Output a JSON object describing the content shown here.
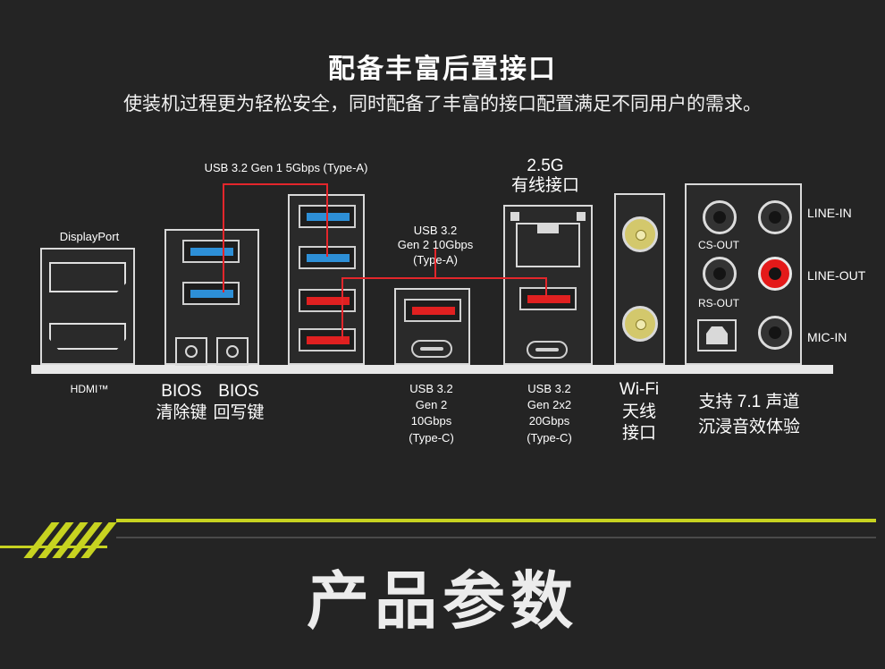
{
  "header": {
    "title": "配备丰富后置接口",
    "subtitle": "使装机过程更为轻松安全，同时配备了丰富的接口配置满足不同用户的需求。"
  },
  "labels": {
    "usb_gen1": "USB 3.2 Gen 1 5Gbps (Type-A)",
    "displayport": "DisplayPort",
    "hdmi": "HDMI™",
    "bios_clear": "BIOS\n清除键",
    "bios_flash": "BIOS\n回写键",
    "usb_gen2_a": "USB 3.2\nGen 2 10Gbps\n(Type-A)",
    "lan_speed": "2.5G\n有线接口",
    "usb_gen2_c": "USB 3.2\nGen 2\n10Gbps\n(Type-C)",
    "usb_gen2x2_c": "USB 3.2\nGen 2x2\n20Gbps\n(Type-C)",
    "wifi": "Wi-Fi\n天线\n接口",
    "audio": "支持 7.1 声道\n沉浸音效体验",
    "line_in": "LINE-IN",
    "line_out": "LINE-OUT",
    "mic_in": "MIC-IN",
    "cs_out": "CS-OUT",
    "rs_out": "RS-OUT"
  },
  "footer": {
    "section_title": "产品参数"
  },
  "colors": {
    "background": "#242424",
    "usb_blue": "#2d8fd7",
    "usb_red": "#e02020",
    "accent_stripe": "#c7d320"
  }
}
